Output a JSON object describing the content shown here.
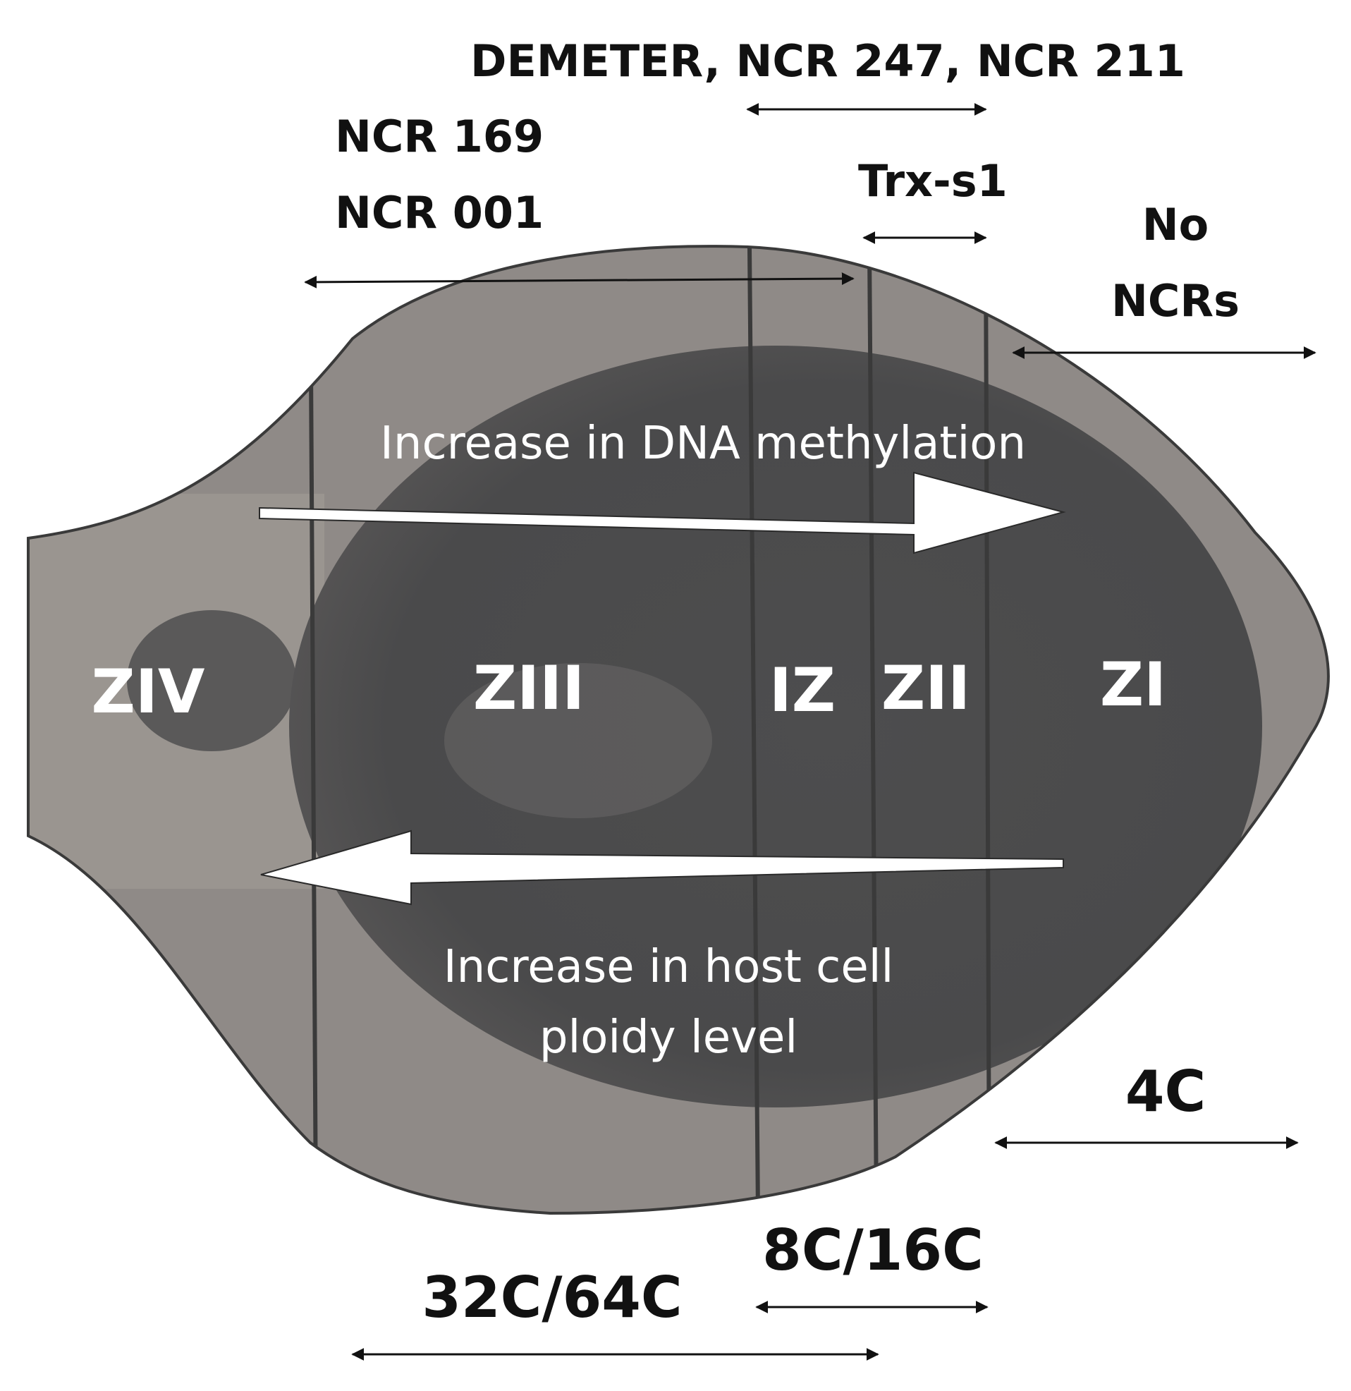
{
  "labels": {
    "demeter_ncr": "DEMETER, NCR 247, NCR 211",
    "ncr_169": "NCR 169",
    "ncr_001": "NCR 001",
    "trx_s1": "Trx-s1",
    "no_ncrs_line1": "No",
    "no_ncrs_line2": "NCRs",
    "methylation": "Increase in DNA methylation",
    "ploidy_line1": "Increase in host cell",
    "ploidy_line2": "ploidy level",
    "ploidy_4c": "4C",
    "ploidy_8c16c": "8C/16C",
    "ploidy_32c64c": "32C/64C"
  },
  "zones": {
    "ziv": "ZIV",
    "ziii": "ZIII",
    "iz": "IZ",
    "zii": "ZII",
    "zi": "ZI"
  },
  "colors": {
    "background": "#ffffff",
    "nodule_outer": "#8f8a87",
    "nodule_inner": "#4a4a4b",
    "outline": "#3a3a3a",
    "arrow_fill": "#ffffff",
    "text_dark": "#111111",
    "text_light": "#ffffff"
  }
}
